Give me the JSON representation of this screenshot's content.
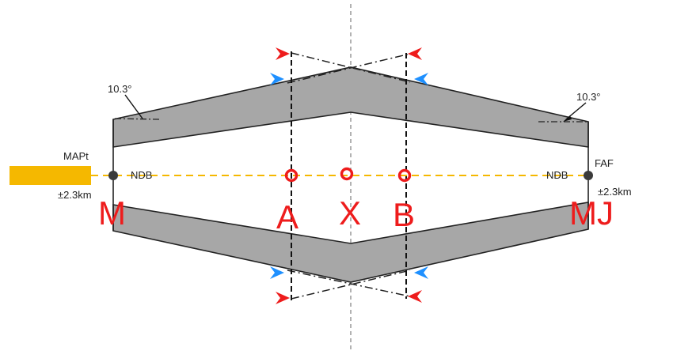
{
  "labels": {
    "angle_left": "10.3°",
    "angle_right": "10.3°",
    "mapt": "MAPt",
    "ndb_left": "NDB",
    "ndb_right": "NDB",
    "faf": "FAF",
    "tol_left": "±2.3km",
    "tol_right": "±2.3km"
  },
  "points": {
    "m": "M",
    "a": "A",
    "x": "X",
    "b": "B",
    "mj": "MJ"
  },
  "colors": {
    "shade": "#a7a7a7",
    "track": "#f5b800",
    "marker": "#ee1c1c",
    "arrow_red": "#ee1c1c",
    "arrow_blue": "#1e90ff",
    "outline": "#222222"
  }
}
